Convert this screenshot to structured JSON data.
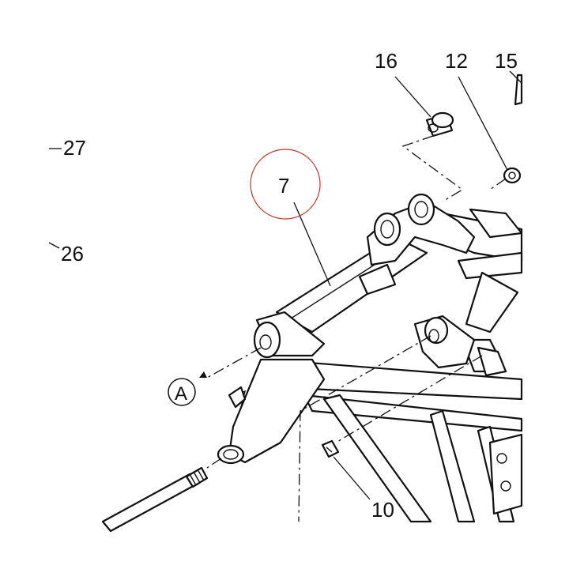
{
  "labels": {
    "p16": "16",
    "p12": "12",
    "p15": "15",
    "p27": "27",
    "p26": "26",
    "p7": "7",
    "p10": "10",
    "ref_a": "A"
  },
  "colors": {
    "line": "#111111",
    "highlight_circle": "#c0392b",
    "background": "#ffffff"
  }
}
